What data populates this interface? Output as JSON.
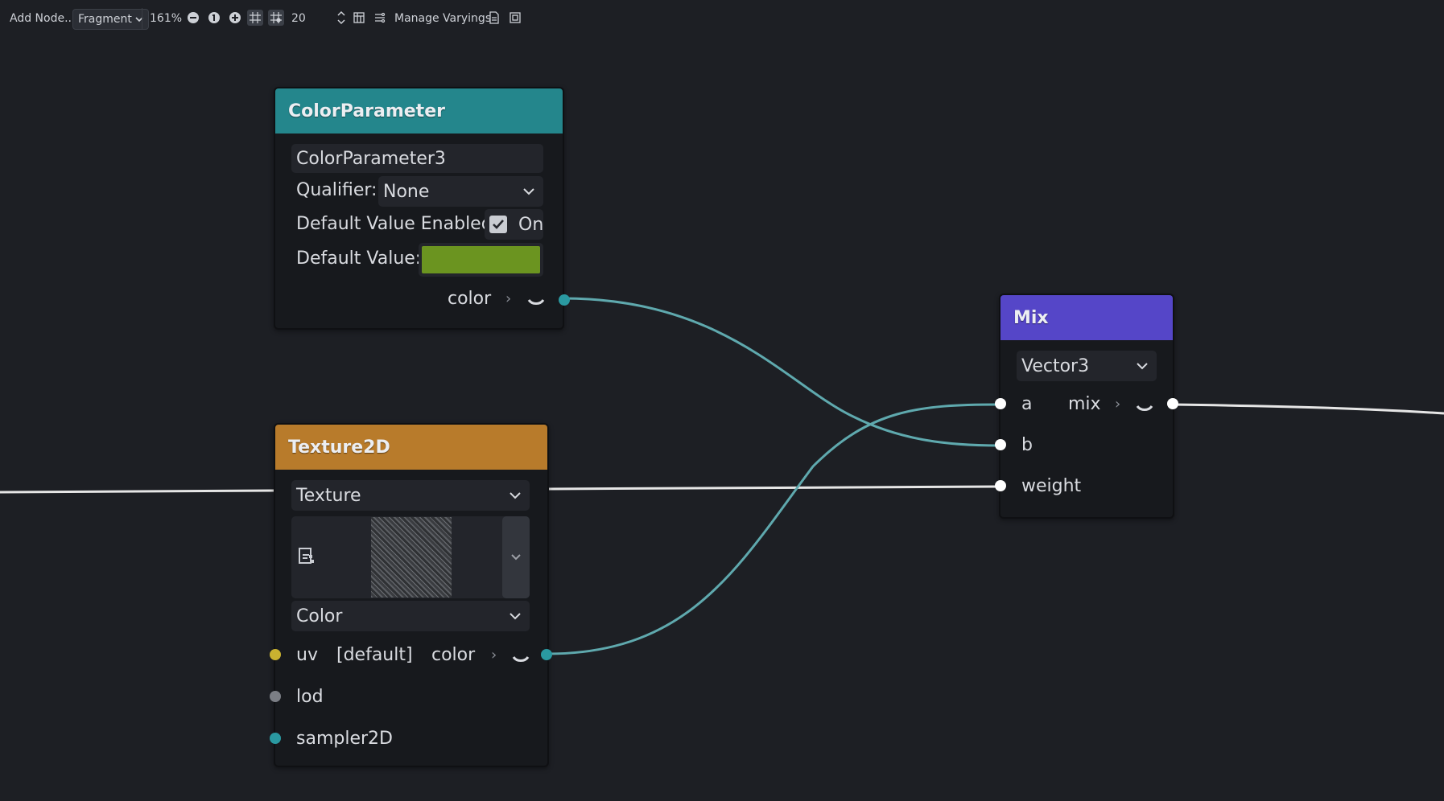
{
  "toolbar": {
    "add_node_label": "Add Node...",
    "shader_mode": "Fragment",
    "zoom": "161%",
    "snap_distance": "20",
    "manage_varyings_label": "Manage Varyings"
  },
  "nodes": {
    "color_parameter": {
      "title": "ColorParameter",
      "title_color": "#24868c",
      "name_value": "ColorParameter3",
      "qualifier_label": "Qualifier:",
      "qualifier_value": "None",
      "default_enabled_label": "Default Value Enabled:",
      "default_enabled_checked": true,
      "default_enabled_state": "On",
      "default_value_label": "Default Value:",
      "default_value_color": "#6b9420",
      "output_label": "color"
    },
    "texture2d": {
      "title": "Texture2D",
      "title_color": "#b87b2b",
      "source_value": "Texture",
      "texture_type_value": "Color",
      "output_label": "color",
      "inputs": [
        {
          "label": "uv",
          "default": "[default]"
        },
        {
          "label": "lod"
        },
        {
          "label": "sampler2D"
        }
      ]
    },
    "mix": {
      "title": "Mix",
      "title_color": "#5546c8",
      "type_value": "Vector3",
      "inputs": [
        {
          "label": "a"
        },
        {
          "label": "b"
        },
        {
          "label": "weight"
        }
      ],
      "output_label": "mix"
    }
  },
  "colors": {
    "background": "#1d1f24",
    "wire_white": "#e6e6e6",
    "wire_teal": "#5fa9ae"
  }
}
